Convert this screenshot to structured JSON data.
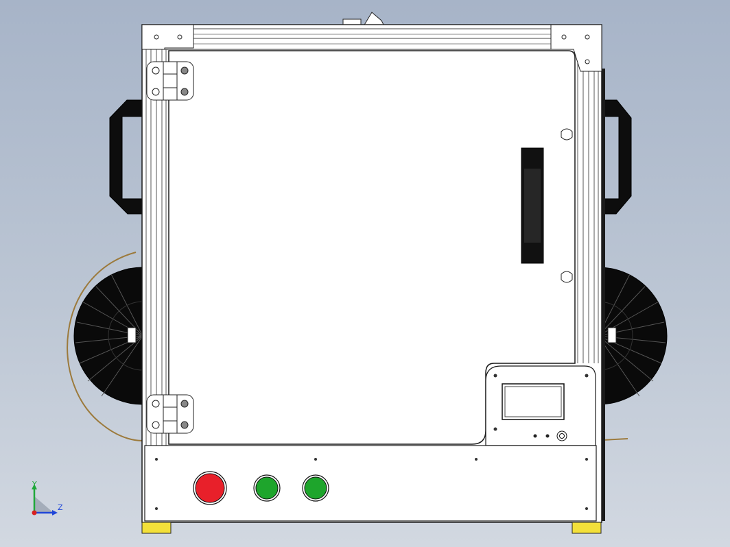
{
  "viewport": {
    "background_top": "#a7b4c8",
    "background_bottom": "#d2d8e1"
  },
  "model": {
    "frame_color": "#ffffff",
    "outline_color": "#1a1a1a",
    "spool_color": "#0a0a0a",
    "filament_color": "#9c7a3c",
    "foot_color": "#f3e03a",
    "door_handle_color": "#111111",
    "buttons": [
      {
        "name": "red-button",
        "color": "#e8202a"
      },
      {
        "name": "green-button-left",
        "color": "#1ea52c"
      },
      {
        "name": "green-button-right",
        "color": "#1ea52c"
      }
    ]
  },
  "triad": {
    "y_label": "Y",
    "z_label": "Z",
    "y_color": "#1fa83a",
    "z_color": "#1f46d8",
    "x_color": "#d82020"
  }
}
